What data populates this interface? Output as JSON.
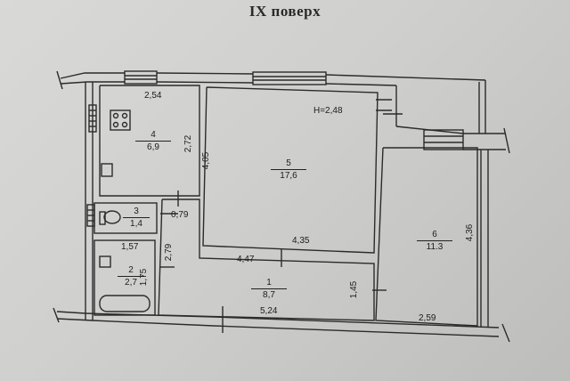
{
  "title": "IX поверх",
  "ceiling_height": "H=2,48",
  "rooms": [
    {
      "number": "4",
      "area": "6,9"
    },
    {
      "number": "5",
      "area": "17,6"
    },
    {
      "number": "6",
      "area": "11.3"
    },
    {
      "number": "3",
      "area": "1,4"
    },
    {
      "number": "2",
      "area": "2,7"
    },
    {
      "number": "1",
      "area": "8,7"
    }
  ],
  "dimensions": {
    "kitchen_width": "2,54",
    "kitchen_depth": "2,72",
    "room5_depth": "4,05",
    "room5_width": "4,35",
    "room6_depth": "4,36",
    "room6_width": "2,59",
    "wc_width": "0,79",
    "bath_width": "1,57",
    "bath_depth": "1,75",
    "hall_depth": "2,79",
    "hall_width": "4,47",
    "hall_small": "1,45",
    "corridor_length": "5,24"
  }
}
